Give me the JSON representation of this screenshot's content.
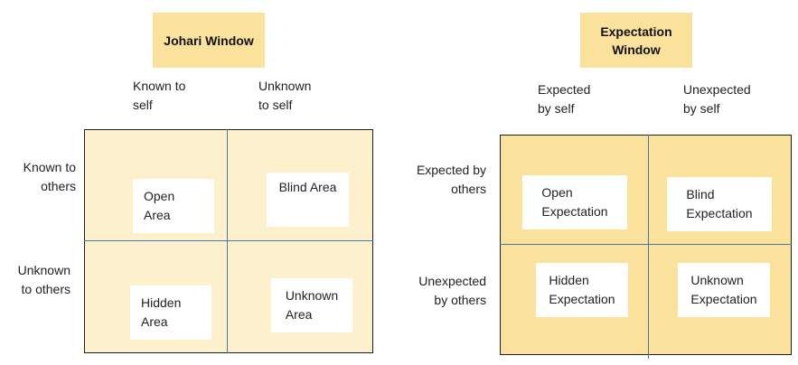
{
  "johari": {
    "title": "Johari Window",
    "col_headers": [
      "Known to\nself",
      "Unknown\nto self"
    ],
    "row_headers": [
      "Known to\nothers",
      "Unknown\nto others"
    ],
    "cells": [
      "Open\nArea",
      "Blind Area",
      "Hidden\nArea",
      "Unknown\nArea"
    ],
    "fill_color": "#fdf0cc"
  },
  "expectation": {
    "title": "Expectation\nWindow",
    "col_headers": [
      "Expected\nby self",
      "Unexpected\nby self"
    ],
    "row_headers": [
      "Expected by\nothers",
      "Unexpected\nby others"
    ],
    "cells": [
      "Open\nExpectation",
      "Blind\nExpectation",
      "Hidden\nExpectation",
      "Unknown\nExpectation"
    ],
    "fill_color": "#fbe29c"
  },
  "colors": {
    "title_bg": "#fbe29c",
    "divider": "#4a78a8",
    "border": "#1f1f1f"
  }
}
